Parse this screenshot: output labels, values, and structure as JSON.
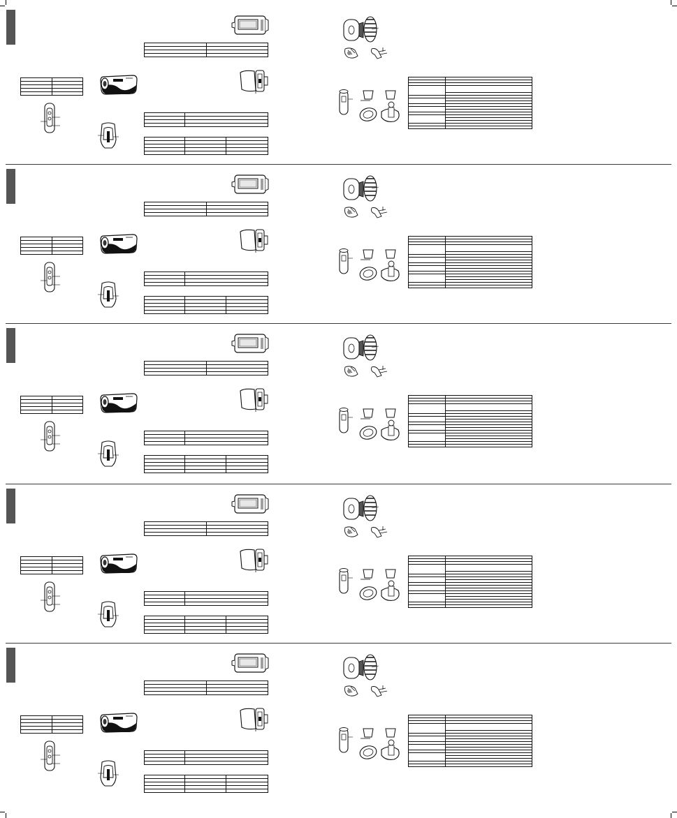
{
  "document": {
    "kind": "unprinted imposition proof",
    "panel_count": 5,
    "panel_tops": [
      8,
      236,
      464,
      694,
      922
    ]
  },
  "colors": {
    "ink": "#111111",
    "section_tab": "#555555",
    "divider": "#3a3a3a",
    "paper": "#ffffff"
  },
  "panel_template": {
    "left_column": {
      "small_table_rows": 5,
      "remote_illustration": "remote-control-icon",
      "camera_illustration": "action-camera-icon",
      "bracket_illustration": "clip-mount-icon"
    },
    "middle_column": {
      "top_illustration": "camera-housing-lcd-icon",
      "top_table_rows": 4,
      "side_illustration": "camera-side-view-icon",
      "mid_table_rows": 4,
      "bottom_table_rows": 5,
      "bottom_table_columns": 3
    },
    "right_column": {
      "illustrations": [
        "suction-cup-mount-icon",
        "bicycle-mount-icon",
        "handlebar-clamp-icon",
        "tripod-adapter-icon",
        "strap-mount-icon",
        "ball-head-icon"
      ],
      "spec_table_rows": 17,
      "spec_table_columns": 2
    }
  }
}
